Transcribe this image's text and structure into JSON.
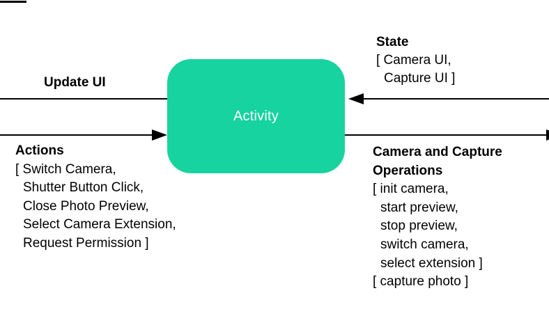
{
  "activity": {
    "label": "Activity",
    "fill_color": "#17d3a0",
    "text_color": "#ffffff"
  },
  "update_ui": {
    "label": "Update UI"
  },
  "actions": {
    "title": "Actions",
    "items": [
      "[ Switch Camera,",
      "Shutter Button Click,",
      "Close Photo Preview,",
      "Select Camera Extension,",
      "Request Permission ]"
    ]
  },
  "state": {
    "title": "State",
    "items": [
      "[ Camera UI,",
      "Capture UI ]"
    ]
  },
  "operations": {
    "title_line1": "Camera and Capture",
    "title_line2": "Operations",
    "items": [
      "[ init camera,",
      "start preview,",
      "stop preview,",
      "switch camera,",
      "select extension ]",
      "[ capture photo ]"
    ]
  }
}
